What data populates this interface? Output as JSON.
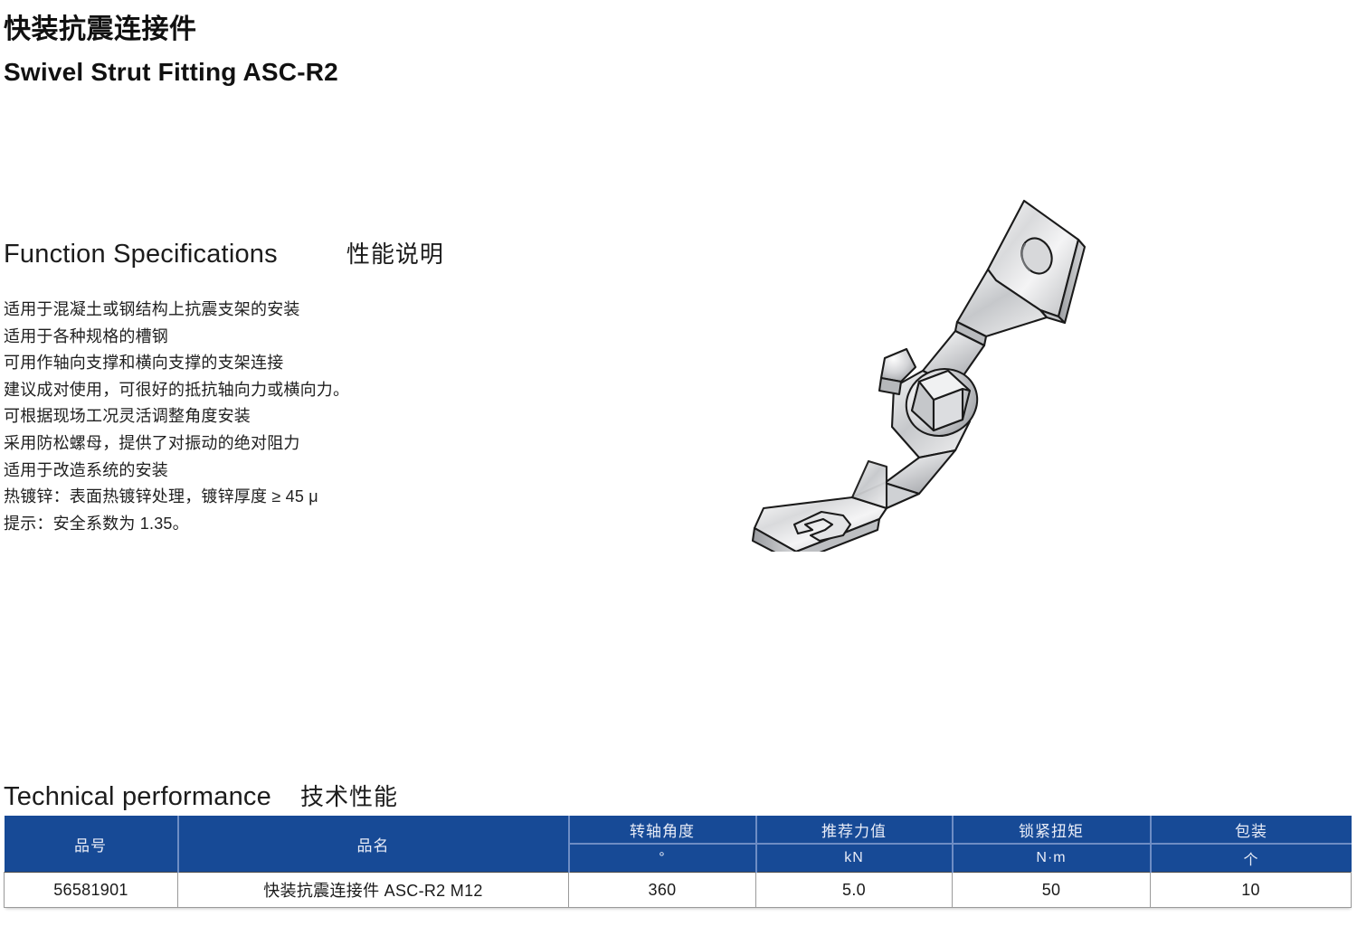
{
  "header": {
    "title_cn": "快装抗震连接件",
    "title_en": "Swivel Strut Fitting ASC-R2"
  },
  "function_spec": {
    "heading_en": "Function Specifications",
    "heading_cn": "性能说明",
    "items": [
      "适用于混凝土或钢结构上抗震支架的安装",
      "适用于各种规格的槽钢",
      "可用作轴向支撑和横向支撑的支架连接",
      "建议成对使用，可很好的抵抗轴向力或横向力。",
      "可根据现场工况灵活调整角度安装",
      "采用防松螺母，提供了对振动的绝对阻力",
      "适用于改造系统的安装",
      "热镀锌：表面热镀锌处理，镀锌厚度 ≥ 45 μ",
      "提示：安全系数为 1.35。"
    ]
  },
  "product_image": {
    "alt": "swivel-strut-fitting-illustration"
  },
  "technical": {
    "heading_en": "Technical performance",
    "heading_cn": "技术性能",
    "table": {
      "headers": [
        {
          "label": "品号",
          "unit": ""
        },
        {
          "label": "品名",
          "unit": ""
        },
        {
          "label": "转轴角度",
          "unit": "°"
        },
        {
          "label": "推荐力值",
          "unit": "kN"
        },
        {
          "label": "锁紧扭矩",
          "unit": "N·m"
        },
        {
          "label": "包装",
          "unit": "个"
        }
      ],
      "rows": [
        {
          "code": "56581901",
          "name": "快装抗震连接件 ASC-R2 M12",
          "angle": "360",
          "force": "5.0",
          "torque": "50",
          "pack": "10"
        }
      ]
    }
  },
  "colors": {
    "header_blue": "#174a96",
    "header_text": "#e8ecf7",
    "grid_line": "#6e8dc4",
    "body_text": "#1a1a1a"
  }
}
